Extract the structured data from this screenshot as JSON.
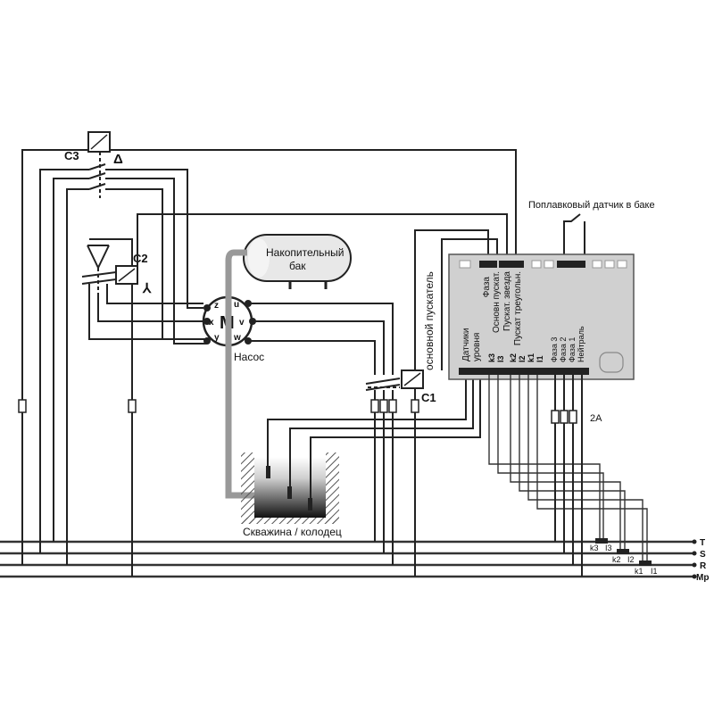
{
  "labels": {
    "c3": "C3",
    "delta": "Δ",
    "c2": "C2",
    "star": "⅄",
    "c1": "C1",
    "motor": "M",
    "motor_u": "u",
    "motor_z": "z",
    "motor_x": "x",
    "motor_v": "v",
    "motor_y": "y",
    "motor_w": "w",
    "pump": "Насос",
    "tank_line1": "Накопительный",
    "tank_line2": "бак",
    "well": "Скважина / колодец",
    "float_sensor": "Поплавковый датчик в баке",
    "main_starter": "основной пускатель",
    "fuse": "2A",
    "terminal_labels": [
      "Фаза",
      "Основн пускат.",
      "Пускат. звезда",
      "Пускат треугольн."
    ],
    "level_sensors_line1": "Датчики",
    "level_sensors_line2": "уровня",
    "lower_terminals": [
      "k3",
      "I3",
      "k2",
      "I2",
      "k1",
      "I1",
      "Фаза 3",
      "Фаза 2",
      "Фаза 1",
      "Нейтраль"
    ],
    "bus": [
      "T",
      "S",
      "R",
      "Mp"
    ],
    "ct_t": [
      "k3",
      "I3"
    ],
    "ct_s": [
      "k2",
      "I2"
    ],
    "ct_r": [
      "k1",
      "I1"
    ]
  }
}
